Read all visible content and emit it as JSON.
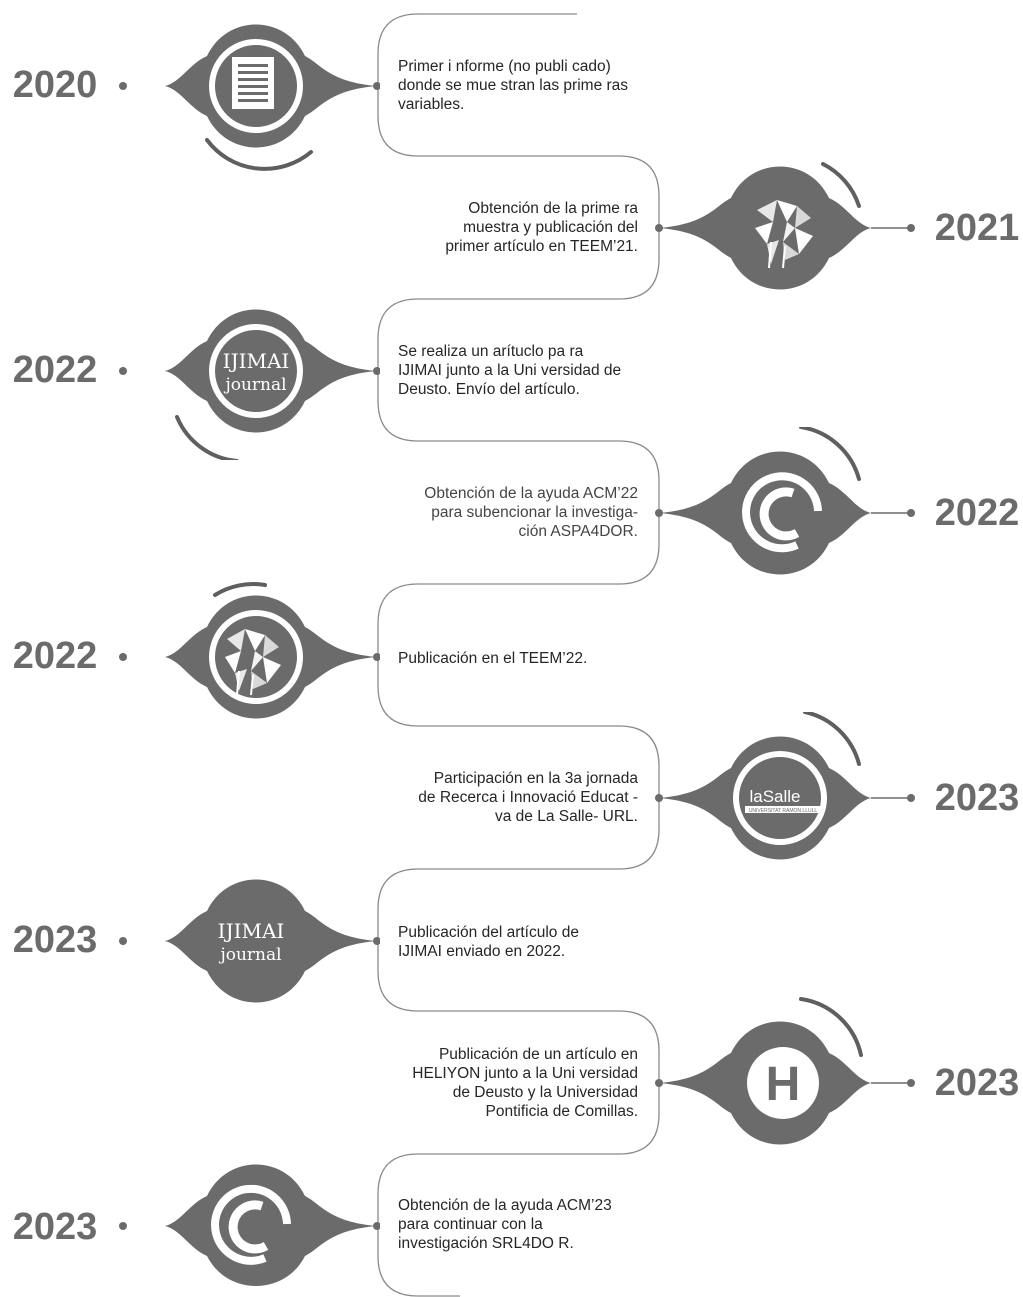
{
  "timeline": {
    "entries": [
      {
        "year": "2020",
        "text": "Primer i nforme (no publi cado)\ndonde se mue stran las prime ras\nvariables.",
        "icon": "document-icon"
      },
      {
        "year": "2021",
        "text": "Obtención de la prime ra\nmuestra y publicación del\nprimer artículo en TEEM’21.",
        "icon": "teem-logo-icon"
      },
      {
        "year": "2022",
        "text": "Se realiza un arítuclo pa ra\nIJIMAI junto a la Uni versidad de\nDeusto. Envío del artículo.",
        "icon": "ijimai-logo-icon"
      },
      {
        "year": "2022",
        "text": "Obtención de la ayuda ACM’22\npara subencionar la investiga-\nción ASPA4DOR.",
        "icon": "acm-logo-icon"
      },
      {
        "year": "2022",
        "text": "Publicación en el TEEM’22.",
        "icon": "teem-logo-icon"
      },
      {
        "year": "2023",
        "text": "Participación en la 3a jornada\nde Recerca i Innovació Educat -\nva de La Salle- URL.",
        "icon": "lasalle-logo-icon"
      },
      {
        "year": "2023",
        "text": "Publicación del artículo de\nIJIMAI enviado en 2022.",
        "icon": "ijimai-logo-icon"
      },
      {
        "year": "2023",
        "text": "Publicación de un artículo en\nHELIYON junto a la Uni versidad\nde Deusto y la Universidad\nPontificia de Comillas.",
        "icon": "heliyon-logo-icon"
      },
      {
        "year": "2023",
        "text": "Obtención de la  ayuda ACM’23\npara continuar con la\ninvestigación SRL4DO R.",
        "icon": "acm-logo-icon"
      }
    ]
  },
  "logos": {
    "ijimai_line1": "IJIMAI",
    "ijimai_line2": "journal",
    "lasalle_name": "laSalle",
    "lasalle_sub": "UNIVERSITAT RAMON LLULL",
    "heliyon_letter": "H"
  },
  "colors": {
    "circle": "#6b6b6b",
    "arc": "#5f5f5f",
    "connector": "#8a8a8a",
    "year": "#6b6b6b",
    "text": "#262626"
  }
}
